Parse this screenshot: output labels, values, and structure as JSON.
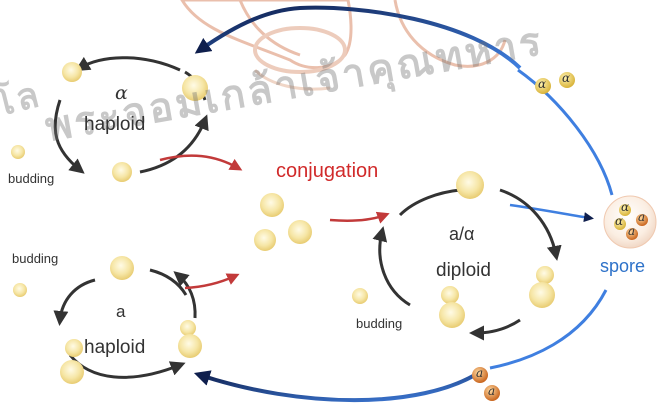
{
  "labels": {
    "alpha": "α",
    "haploid_alpha": "haploid",
    "budding_alpha": "budding",
    "conjugation": "conjugation",
    "diploid_mating": "a/α",
    "diploid": "diploid",
    "budding_diploid": "budding",
    "spore": "spore",
    "budding_a": "budding",
    "a": "a",
    "haploid_a": "haploid",
    "spore_alpha_1": "α",
    "spore_alpha_2": "α",
    "spore_cluster_alpha_1": "α",
    "spore_cluster_alpha_2": "α",
    "spore_cluster_a_1": "a",
    "spore_cluster_a_2": "a",
    "spore_a_1": "a",
    "spore_a_2": "a"
  },
  "watermark": {
    "thai_left": "โล",
    "thai_arc": "พระจอมเกล้าเจ้าคุณทหาร"
  },
  "colors": {
    "conjugation_red": "#d12a2a",
    "spore_blue": "#2e72c9",
    "cycle_arrow": "#333333",
    "cell_yellow": "#f3dc8a"
  }
}
